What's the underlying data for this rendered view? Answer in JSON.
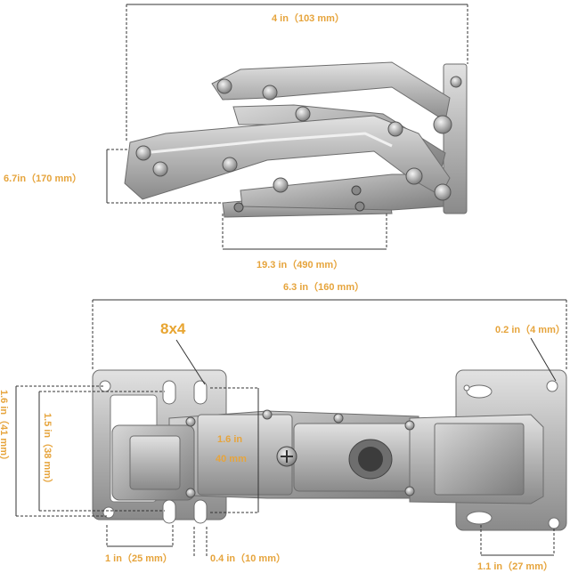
{
  "image": {
    "accent_color": "#e6a43c",
    "line_color": "#333333",
    "top_hinge": {
      "labels": {
        "width": "4 in（103 mm）",
        "height": "6.7in（170 mm）",
        "plate": "19.3 in（490 mm）"
      }
    },
    "bottom_hinge": {
      "labels": {
        "overall": "6.3 in（160 mm）",
        "screws": "8x4",
        "slot": "0.2 in（4 mm）",
        "outer_height": "1.6 in（41 mm）",
        "inner_height": "1.5 in（38 mm）",
        "arm_height_a": "1.6 in",
        "arm_height_b": "40 mm",
        "left_width": "1 in（25 mm）",
        "hole_offset": "0.4 in（10 mm）",
        "right_width": "1.1 in（27 mm）"
      }
    }
  }
}
